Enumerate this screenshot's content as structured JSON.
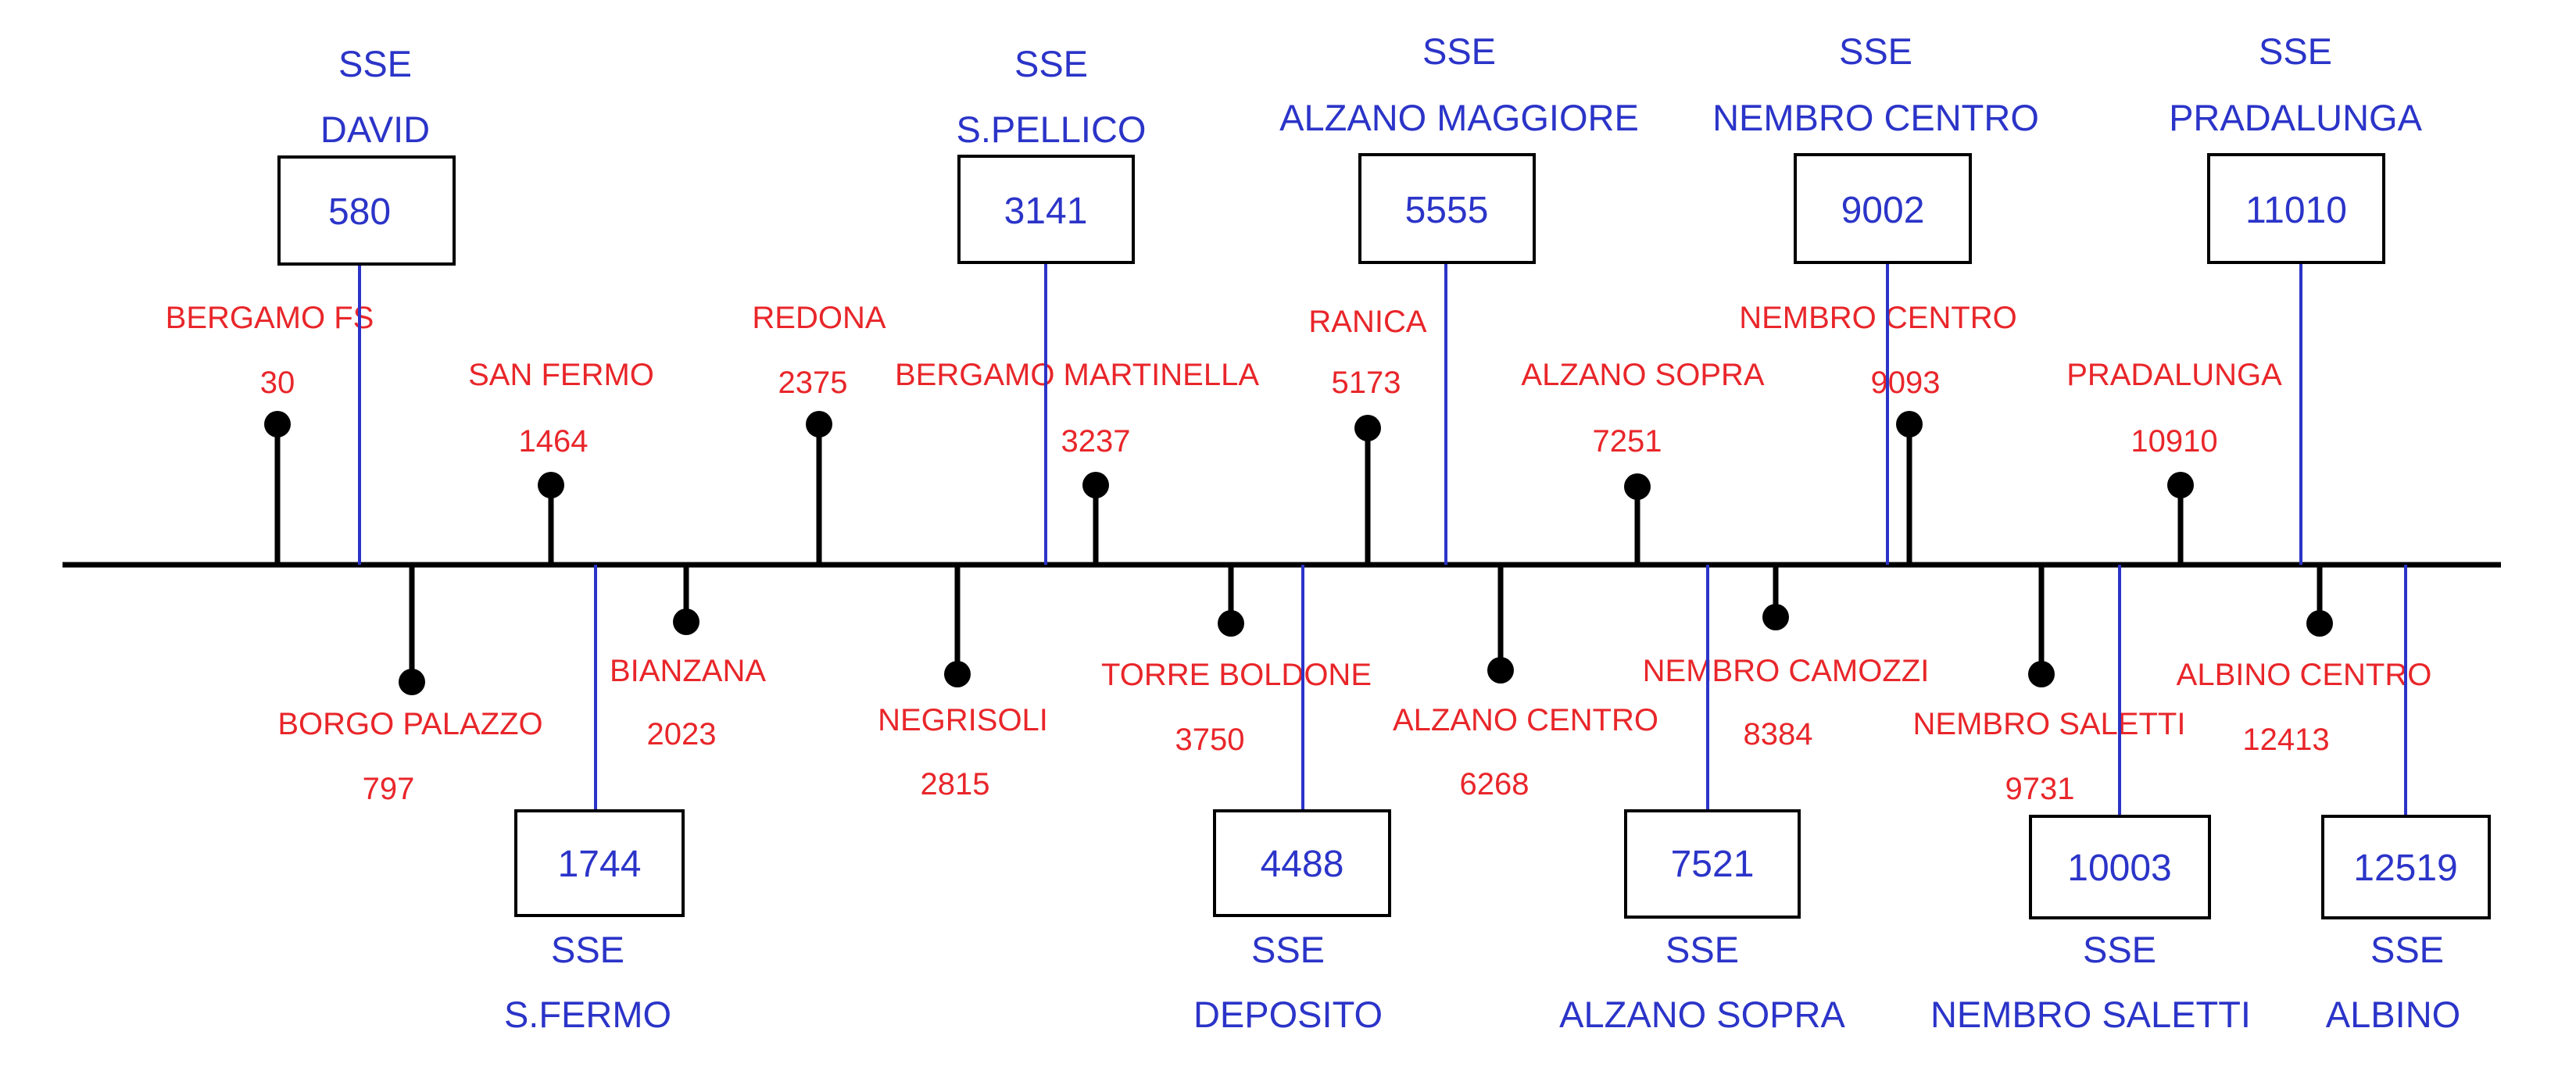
{
  "colors": {
    "line": "#000000",
    "substation": "#2b34c8",
    "stop": "#e8262a",
    "box_border": "#000000"
  },
  "substations_top": [
    {
      "id": "david",
      "label_top": "SSE",
      "label_name": "DAVID",
      "km": "580"
    },
    {
      "id": "spellico",
      "label_top": "SSE",
      "label_name": "S.PELLICO",
      "km": "3141"
    },
    {
      "id": "alzano-maggiore",
      "label_top": "SSE",
      "label_name": "ALZANO MAGGIORE",
      "km": "5555"
    },
    {
      "id": "nembro-centro",
      "label_top": "SSE",
      "label_name": "NEMBRO CENTRO",
      "km": "9002"
    },
    {
      "id": "pradalunga",
      "label_top": "SSE",
      "label_name": "PRADALUNGA",
      "km": "11010"
    }
  ],
  "substations_bottom": [
    {
      "id": "sfermo",
      "label_top": "SSE",
      "label_name": "S.FERMO",
      "km": "1744"
    },
    {
      "id": "deposito",
      "label_top": "SSE",
      "label_name": "DEPOSITO",
      "km": "4488"
    },
    {
      "id": "alzano-sopra",
      "label_top": "SSE",
      "label_name": "ALZANO SOPRA",
      "km": "7521"
    },
    {
      "id": "nembro-saletti",
      "label_top": "SSE",
      "label_name": "NEMBRO SALETTI",
      "km": "10003"
    },
    {
      "id": "albino",
      "label_top": "SSE",
      "label_name": "ALBINO",
      "km": "12519"
    }
  ],
  "stops_top": [
    {
      "id": "bergamo-fs",
      "name": "BERGAMO FS",
      "km": "30"
    },
    {
      "id": "san-fermo",
      "name": "SAN FERMO",
      "km": "1464"
    },
    {
      "id": "redona",
      "name": "REDONA",
      "km": "2375"
    },
    {
      "id": "bergamo-martinella",
      "name": "BERGAMO MARTINELLA",
      "km": "3237"
    },
    {
      "id": "ranica",
      "name": "RANICA",
      "km": "5173"
    },
    {
      "id": "alzano-sopra",
      "name": "ALZANO SOPRA",
      "km": "7251"
    },
    {
      "id": "nembro-centro",
      "name": "NEMBRO CENTRO",
      "km": "9093"
    },
    {
      "id": "pradalunga",
      "name": "PRADALUNGA",
      "km": "10910"
    }
  ],
  "stops_bottom": [
    {
      "id": "borgo-palazzo",
      "name": "BORGO PALAZZO",
      "km": "797"
    },
    {
      "id": "bianzana",
      "name": "BIANZANA",
      "km": "2023"
    },
    {
      "id": "negrisoli",
      "name": "NEGRISOLI",
      "km": "2815"
    },
    {
      "id": "torre-boldone",
      "name": "TORRE BOLDONE",
      "km": "3750"
    },
    {
      "id": "alzano-centro",
      "name": "ALZANO CENTRO",
      "km": "6268"
    },
    {
      "id": "nembro-camozzi",
      "name": "NEMBRO CAMOZZI",
      "km": "8384"
    },
    {
      "id": "nembro-saletti",
      "name": "NEMBRO SALETTI",
      "km": "9731"
    },
    {
      "id": "albino-centro",
      "name": "ALBINO CENTRO",
      "km": "12413"
    }
  ]
}
